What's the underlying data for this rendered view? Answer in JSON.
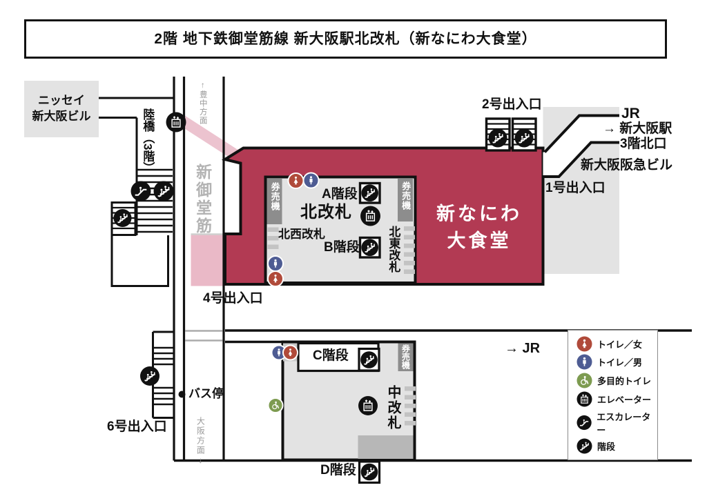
{
  "title": "2階 地下鉄御堂筋線 新大阪駅北改札（新なにわ大食堂）",
  "labels": {
    "nissei_building": "ニッセイ\n新大阪ビル",
    "footbridge": "陸橋（3階）",
    "toyonaka_direction": "↑豊中方面",
    "shin_midosuji": "新御堂筋",
    "osaka_direction": "大阪方面↓",
    "exit_1": "1号出入口",
    "exit_2": "2号出入口",
    "exit_4": "4号出入口",
    "exit_6": "6号出入口",
    "jr": "JR",
    "to_shin_osaka": "→ 新大阪駅",
    "north_gate_3f": "3階北口",
    "hankyu_building": "新大阪阪急ビル",
    "to_jr": "→ JR",
    "bus_stop": "バス停",
    "north_gate": "北改札",
    "northwest_gate": "北西改札",
    "northeast_gate": "北東改札",
    "middle_gate": "中改札",
    "ticket_machine": "券売機",
    "stairs_a": "A階段",
    "stairs_b": "B階段",
    "stairs_c": "C階段",
    "stairs_d": "D階段",
    "shin_naniwa_dining": "新なにわ\n大食堂"
  },
  "legend": {
    "items": [
      {
        "label": "トイレ／女",
        "icon": "toilet-female-icon"
      },
      {
        "label": "トイレ／男",
        "icon": "toilet-male-icon"
      },
      {
        "label": "多目的トイレ",
        "icon": "accessible-toilet-icon"
      },
      {
        "label": "エレベーター",
        "icon": "elevator-icon"
      },
      {
        "label": "エスカレーター",
        "icon": "escalator-icon"
      },
      {
        "label": "階段",
        "icon": "stairs-icon"
      }
    ]
  },
  "colors": {
    "red": "#b23a53",
    "pink": "#eab9c7",
    "pinkband": "#ecc3cf",
    "lightgray": "#e3e3e3",
    "midgray": "#b7b7b7",
    "darkgray": "#8d8d8d",
    "tick": "#c3c3c3",
    "female": "#b04a3a",
    "male": "#4e5c93",
    "green": "#7d9b50",
    "ink": "#111111"
  }
}
